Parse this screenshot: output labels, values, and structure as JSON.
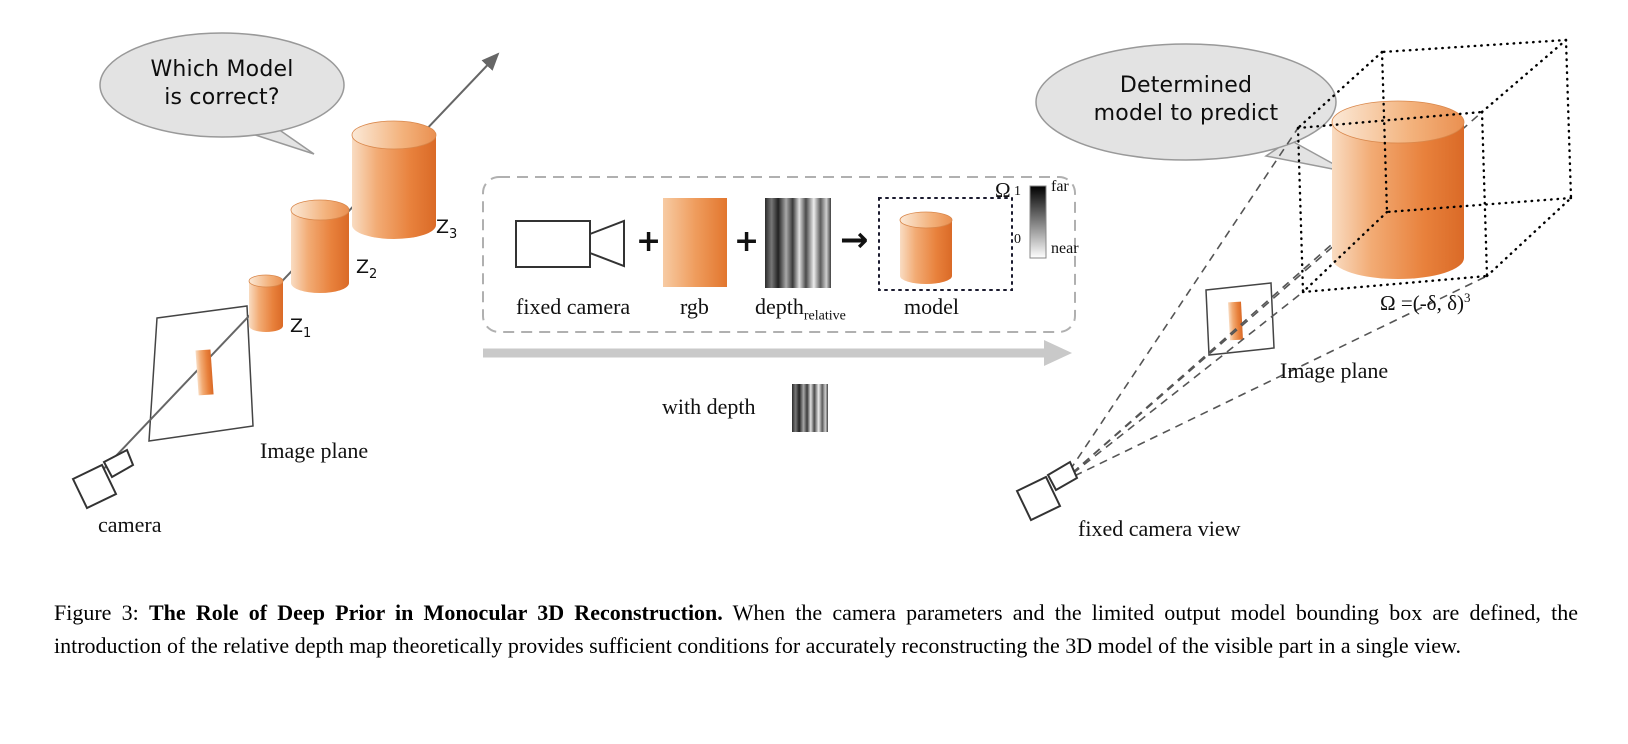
{
  "colors": {
    "cylinder_orange": "#e8813c",
    "bubble_gray": "#e3e3e3",
    "flow_arrow_gray": "#c9c9c9",
    "depth_dark": "#2b2b2b"
  },
  "left_scene": {
    "bubble_line1": "Which Model",
    "bubble_line2": "is correct?",
    "z_labels": [
      {
        "base": "Z",
        "sub": "1"
      },
      {
        "base": "Z",
        "sub": "2"
      },
      {
        "base": "Z",
        "sub": "3"
      }
    ],
    "image_plane_label": "Image plane",
    "camera_label": "camera"
  },
  "pipeline": {
    "fixed_camera_label": "fixed camera",
    "plus_1": "+",
    "plus_2": "+",
    "arrow_glyph": "→",
    "rgb_label": "rgb",
    "depth_label_base": "depth",
    "depth_label_sub": "relative",
    "model_label": "model",
    "omega_symbol": "Ω",
    "colorbar": {
      "top_value": "1",
      "top_label": "far",
      "bottom_value": "0",
      "bottom_label": "near"
    },
    "with_depth_label": "with depth"
  },
  "right_scene": {
    "bubble_line1": "Determined",
    "bubble_line2": "model to predict",
    "omega_equation_base": "Ω =(-δ, δ)",
    "omega_equation_sup": "3",
    "image_plane_label": "Image plane",
    "camera_label": "fixed camera view"
  },
  "caption": {
    "prefix": "Figure 3:",
    "title_bold": "The Role of Deep Prior in Monocular 3D Reconstruction.",
    "body": "When the camera parameters and the limited output model bounding box are defined, the introduction of the relative depth map theoretically provides sufficient conditions for accurately reconstructing the 3D model of the visible part in a single view."
  }
}
